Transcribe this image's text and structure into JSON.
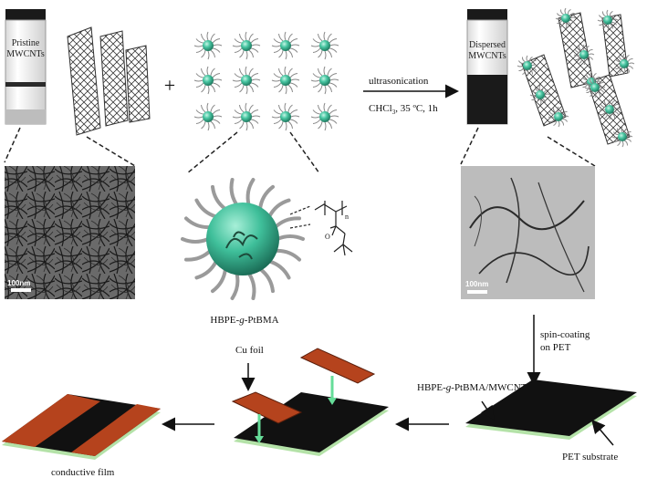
{
  "vials": {
    "pristine": {
      "line1": "Pristine",
      "line2": "MWCNTs"
    },
    "dispersed": {
      "line1": "Dispersed",
      "line2": "MWCNTs"
    }
  },
  "plus_sign": "+",
  "reaction": {
    "line1": "ultrasonication",
    "line2": "CHCl",
    "line2_sub": "3",
    "line2_rest": ", 35 ºC, 1h"
  },
  "tem": {
    "left_scale": "100nm",
    "right_scale": "100nm"
  },
  "polymer": {
    "name_pre": "HBPE-",
    "name_g": "g",
    "name_post": "-PtBMA",
    "repeat_n": "n",
    "atom_o": "O"
  },
  "steps": {
    "spin1": "spin-coating",
    "spin2": "on PET",
    "composite_pre": "HBPE-",
    "composite_g": "g",
    "composite_post": "-PtBMA/MWCNTs",
    "substrate": "PET substrate",
    "cu_foil": "Cu foil",
    "product": "conductive film"
  },
  "colors": {
    "sphere": "#3fbf9a",
    "copper": "#b5431d",
    "film": "#111111",
    "substrate": "#b4e2a8",
    "cyan_arrow": "#66dd99"
  }
}
